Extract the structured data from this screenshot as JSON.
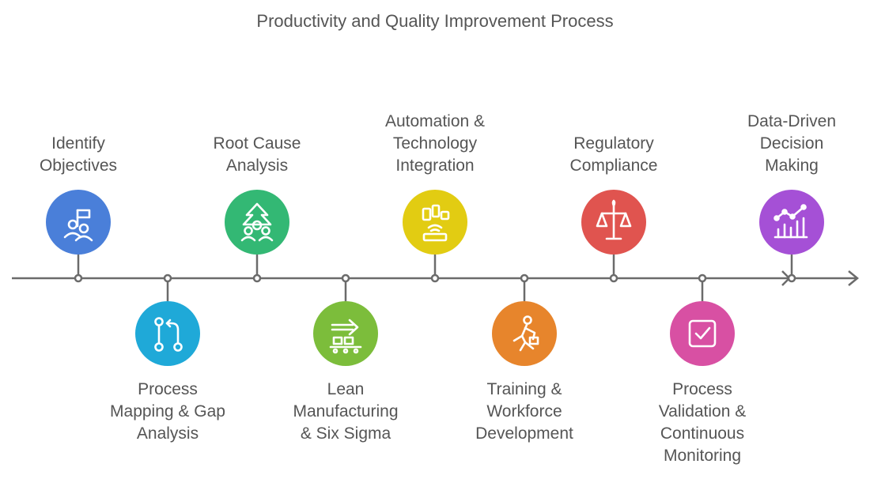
{
  "title": "Productivity and Quality Improvement Process",
  "steps": [
    {
      "label": "Identify\nObjectives",
      "color": "#4a7fd9",
      "icon": "presenter-flag-icon"
    },
    {
      "label": "Process\nMapping & Gap\nAnalysis",
      "color": "#1fa9d8",
      "icon": "process-flow-icon"
    },
    {
      "label": "Root Cause\nAnalysis",
      "color": "#33b874",
      "icon": "team-growth-icon"
    },
    {
      "label": "Lean\nManufacturing\n& Six Sigma",
      "color": "#7cbd3b",
      "icon": "conveyor-icon"
    },
    {
      "label": "Automation &\nTechnology\nIntegration",
      "color": "#e2cc12",
      "icon": "devices-router-icon"
    },
    {
      "label": "Training &\nWorkforce\nDevelopment",
      "color": "#e7852c",
      "icon": "worker-icon"
    },
    {
      "label": "Regulatory\nCompliance",
      "color": "#e0544f",
      "icon": "scales-icon"
    },
    {
      "label": "Process\nValidation &\nContinuous\nMonitoring",
      "color": "#d850a3",
      "icon": "checkbox-icon"
    },
    {
      "label": "Data-Driven\nDecision\nMaking",
      "color": "#a550d6",
      "icon": "chart-icon"
    }
  ]
}
